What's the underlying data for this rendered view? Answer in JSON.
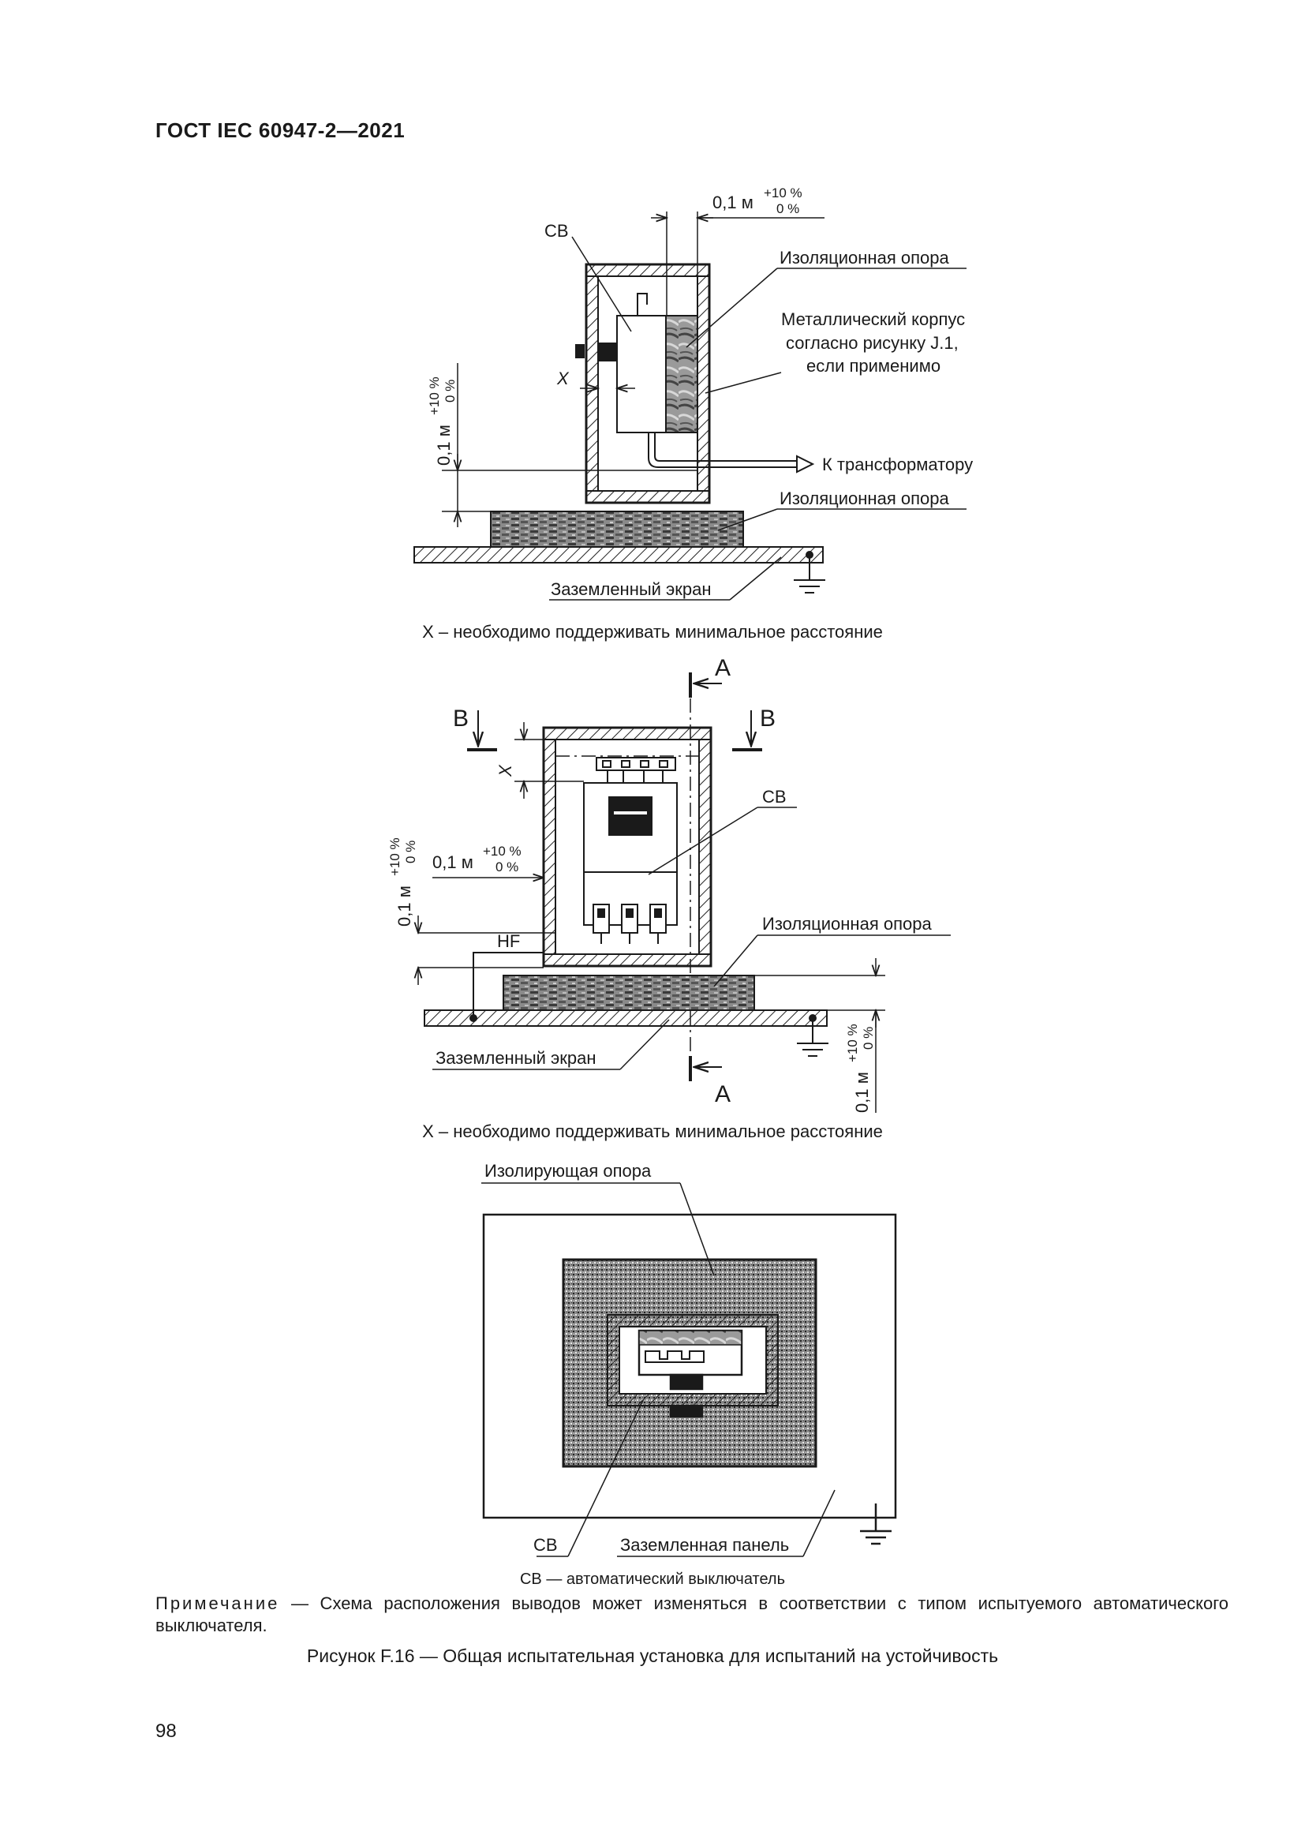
{
  "header": {
    "doc_code": "ГОСТ IEC 60947-2—2021"
  },
  "figure1": {
    "labels": {
      "cb": "СВ",
      "insulating_support_top": "Изоляционная опора",
      "metal_case_line1": "Металлический корпус",
      "metal_case_line2": "согласно рисунку J.1,",
      "metal_case_line3": "если применимо",
      "to_transformer": "К трансформатору",
      "insulating_support_bottom": "Изоляционная опора",
      "grounded_screen": "Заземленный экран",
      "x_mark": "X",
      "dim_top": "0,1 м",
      "dim_top_tol_plus": "+10 %",
      "dim_top_tol_zero": "0 %",
      "dim_left": "0,1 м",
      "dim_left_tol_plus": "+10 %",
      "dim_left_tol_zero": "0 %"
    },
    "caption_x": "X – необходимо поддерживать минимальное расстояние"
  },
  "figure2": {
    "labels": {
      "section_a_top": "А",
      "section_a_bottom": "А",
      "section_b_left": "В",
      "section_b_right": "В",
      "x_mark": "X",
      "cb": "СВ",
      "dim_mid": "0,1 м",
      "dim_mid_tol_plus": "+10 %",
      "dim_mid_tol_zero": "0 %",
      "dim_left": "0,1 м",
      "dim_left_tol_plus": "+10 %",
      "dim_left_tol_zero": "0 %",
      "dim_right": "0,1 м",
      "dim_right_tol_plus": "+10 %",
      "dim_right_tol_zero": "0 %",
      "hf": "HF",
      "insulating_support": "Изоляционная опора",
      "grounded_screen": "Заземленный экран"
    },
    "caption_x": "X – необходимо поддерживать минимальное расстояние"
  },
  "figure3": {
    "labels": {
      "insulating_support": "Изолирующая опора",
      "cb": "СВ",
      "grounded_panel": "Заземленная панель"
    },
    "caption_cb": "СВ — автоматический выключатель"
  },
  "note": {
    "label": "Примечание",
    "text": " — Схема расположения выводов может изменяться в соответствии с типом испытуемого автоматического выключателя."
  },
  "figure_caption": "Рисунок F.16 — Общая испытательная установка для испытаний на устойчивость",
  "page_number": "98"
}
